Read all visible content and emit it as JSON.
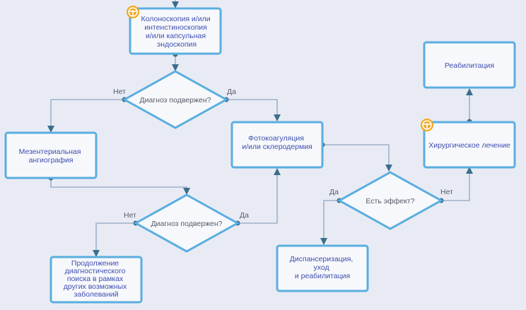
{
  "colors": {
    "background": "#e9ebf4",
    "box_border": "#5aaee0",
    "box_fill": "#f7f8fb",
    "box_text": "#3f4fb0",
    "connector": "#9db2c9",
    "arrow": "#3a6f8c",
    "diamond_text": "#555a66",
    "label_text": "#555a66",
    "badge": "#f2a81d"
  },
  "nodes": {
    "colonoscopy": {
      "lines": [
        "Колоноскопия и/или",
        "интенстиноскопия",
        "и/или капсульная",
        "эндоскопия"
      ],
      "badge": "steering-wheel-icon"
    },
    "diagnosis1": {
      "lines": [
        "Диагноз подвержен?"
      ]
    },
    "mesenteric": {
      "lines": [
        "Мезентериальная",
        "ангиография"
      ]
    },
    "photocoag": {
      "lines": [
        "Фотокоагуляция",
        "и/или склеродермия"
      ]
    },
    "diagnosis2": {
      "lines": [
        "Диагноз подвержен?"
      ]
    },
    "continue": {
      "lines": [
        "Продолжение",
        "диагностического",
        "поиска в рамках",
        "других возможных",
        "заболеваний"
      ]
    },
    "effect": {
      "lines": [
        "Есть эффект?"
      ]
    },
    "dispensary": {
      "lines": [
        "Диспансеризация,",
        "уход",
        "и реабилитация"
      ]
    },
    "surgery": {
      "lines": [
        "Хирургическое лечение"
      ],
      "badge": "steering-wheel-icon"
    },
    "rehab": {
      "lines": [
        "Реабилитация"
      ]
    }
  },
  "labels": {
    "d1_no": "Нет",
    "d1_yes": "Да",
    "d2_no": "Нет",
    "d2_yes": "Да",
    "eff_yes": "Да",
    "eff_no": "Нет"
  }
}
